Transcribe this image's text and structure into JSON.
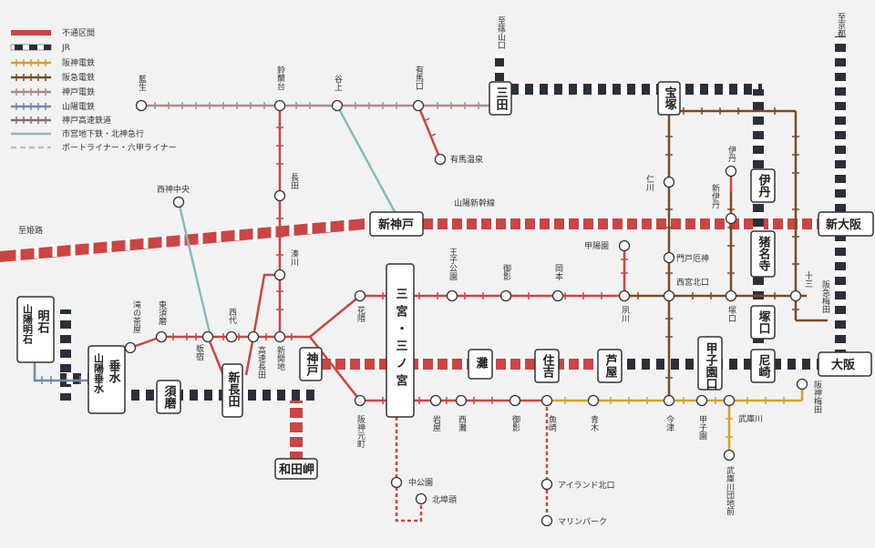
{
  "colors": {
    "suspended": "#cc4444",
    "jr": "#2b2f3a",
    "hanshin": "#d4a02a",
    "hankyu": "#7a4a26",
    "kobe_dentetsu": "#b08890",
    "sanyo": "#7088a8",
    "kobe_kosoku": "#8a6a7a",
    "subway": "#8ab8b8",
    "portliner": "#aac0d8"
  },
  "legend": [
    {
      "key": "suspended",
      "label": "不通区間"
    },
    {
      "key": "jr",
      "label": "JR"
    },
    {
      "key": "hanshin",
      "label": "阪神電鉄"
    },
    {
      "key": "hankyu",
      "label": "阪急電鉄"
    },
    {
      "key": "kobe_dentetsu",
      "label": "神戸電鉄"
    },
    {
      "key": "sanyo",
      "label": "山陽電鉄"
    },
    {
      "key": "kobe_kosoku",
      "label": "神戸高速鉄道"
    },
    {
      "key": "subway",
      "label": "市営地下鉄・北神急行"
    },
    {
      "key": "portliner",
      "label": "ポートライナー・六甲ライナー"
    }
  ],
  "directions": {
    "sasayama": "至篠山口",
    "kyoto": "至京都",
    "himeji": "至姫路"
  },
  "shinkansen_label": "山陽新幹線",
  "major_stations": {
    "sanda": "三田",
    "takarazuka": "宝塚",
    "shinkobe": "新神戸",
    "shinosaka": "新大阪",
    "itami": "伊丹",
    "inadera": "猪名寺",
    "tsukaguchi": "塚口",
    "sannomiya": "三宮・三ノ宮",
    "kobe": "神戸",
    "shinnagata": "新長田",
    "suma": "須磨",
    "tarumi": "垂水",
    "akashi": "明石",
    "sanyo_akashi": "山陽明石",
    "sanyo_tarumi": "山陽垂水",
    "wadamisaki": "和田岬",
    "nada": "灘",
    "sumiyoshi": "住吉",
    "ashiya": "芦屋",
    "koshienguchi": "甲子園口",
    "amagasaki": "尼崎",
    "osaka": "大阪"
  },
  "stations": {
    "aioi": "藍生",
    "suzurandai": "鈴蘭台",
    "tanigami": "谷上",
    "arimaguchi": "有馬口",
    "arima_onsen": "有馬温泉",
    "nagata": "長田",
    "nishikobe_chuo": "西神中央",
    "minatogawa": "湊川",
    "takinochaya": "滝の茶屋",
    "higashisuma": "東須磨",
    "itayado": "板宿",
    "nishidai": "西代",
    "kosoku_nagata": "高速長田",
    "shinkaichi": "新開地",
    "hanakuma": "花隈",
    "motomachi": "阪神元町",
    "ojikoen": "王子公園",
    "mikage_hk": "御影",
    "okamoto": "岡本",
    "koyoen": "甲陽園",
    "shukugawa": "夙川",
    "nishinomiya_kitaguchi": "西宮北口",
    "mondoyakujin": "門戸厄神",
    "nigawa": "仁川",
    "itami_hk": "伊丹",
    "shinitami": "新伊丹",
    "tsukaguchi_hk": "塚口",
    "juso": "十三",
    "umeda_hk": "阪急梅田",
    "iwaya": "岩屋",
    "nishinada": "西灘",
    "mikage_hs": "御影",
    "uozaki": "魚崎",
    "aoki": "青木",
    "imazu": "今津",
    "koshien": "甲子園",
    "mukogawa": "武庫川",
    "mukogawa_danchi": "武庫川団地前",
    "umeda_hs": "阪神梅田",
    "nakakoen": "中公園",
    "kitafuto": "北埠頭",
    "island_kitaguchi": "アイランド北口",
    "marine_park": "マリンパーク"
  }
}
